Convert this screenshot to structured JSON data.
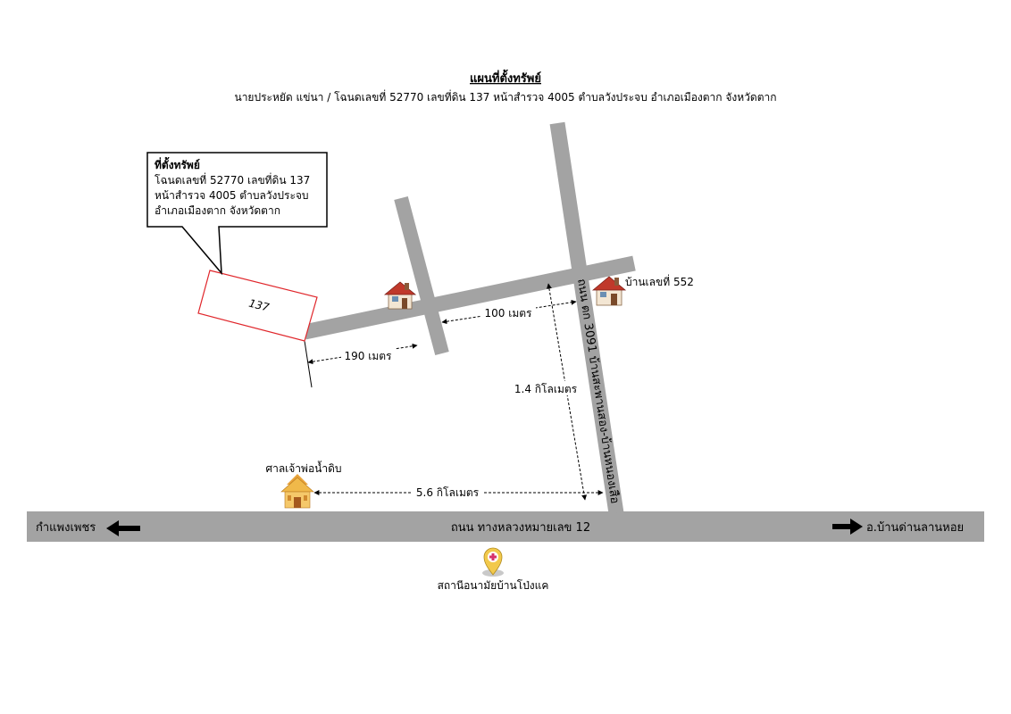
{
  "header": {
    "title": "แผนที่ตั้งทรัพย์",
    "subtitle": "นายประหยัด  แข่นา / โฉนดเลขที่ 52770 เลขที่ดิน 137 หน้าสำรวจ 4005 ตำบลวังประจบ อำเภอเมืองตาก จังหวัดตาก"
  },
  "callout": {
    "heading": "ที่ตั้งทรัพย์",
    "line1": "โฉนดเลขที่ 52770 เลขที่ดิน 137",
    "line2": "หน้าสำรวจ 4005 ตำบลวังประจบ",
    "line3": "อำเภอเมืองตาก จังหวัดตาก"
  },
  "parcel": {
    "label": "137",
    "color": "#e0262b"
  },
  "roads": {
    "main_label": "ถนน ทางหลวงหมายเลข 12",
    "side_label": "ถนน ตก 3091 บ้านสะพานสอง-บ้านหนองเสือ",
    "west_destination": "กำแพงเพชร",
    "east_destination": "อ.บ้านด่านลานหอย",
    "color": "#a3a3a3"
  },
  "distances": {
    "d190": "190 เมตร",
    "d100": "100 เมตร",
    "d1_4km": "1.4 กิโลเมตร",
    "d5_6km": "5.6 กิโลเมตร"
  },
  "landmarks": {
    "house_label": "บ้านเลขที่ 552",
    "shrine_label": "ศาลเจ้าพ่อน้ำดิบ",
    "health_label": "สถานีอนามัยบ้านโป่งแค"
  },
  "icons": [
    "house-icon",
    "shrine-icon",
    "health-center-pin-icon",
    "arrow-left-icon",
    "arrow-right-icon"
  ]
}
